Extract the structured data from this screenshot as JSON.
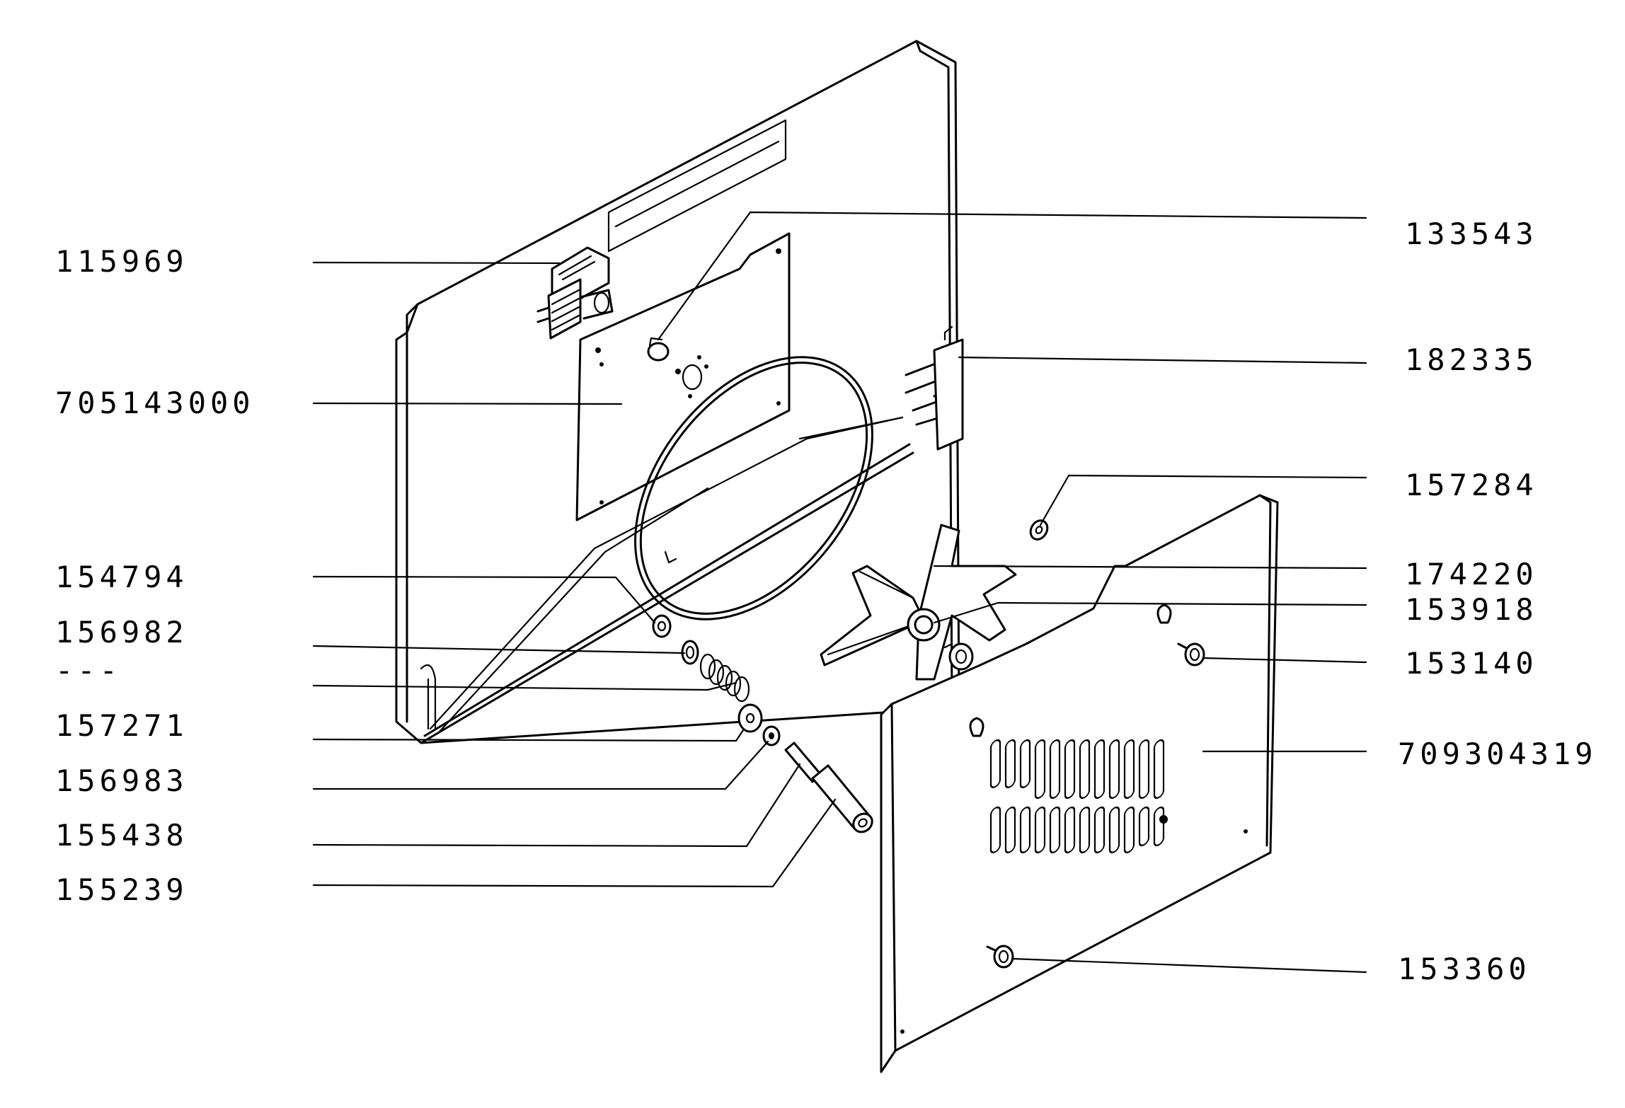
{
  "diagram": {
    "labels_left": [
      "115969",
      "705143000",
      "154794",
      "156982",
      "---",
      "157271",
      "156983",
      "155438",
      "155239"
    ],
    "labels_right": [
      "133543",
      "182335",
      "157284",
      "174220",
      "153918",
      "153140",
      "709304319",
      "153360"
    ],
    "colors": {
      "ink": "#000000",
      "paper": "#ffffff"
    }
  }
}
